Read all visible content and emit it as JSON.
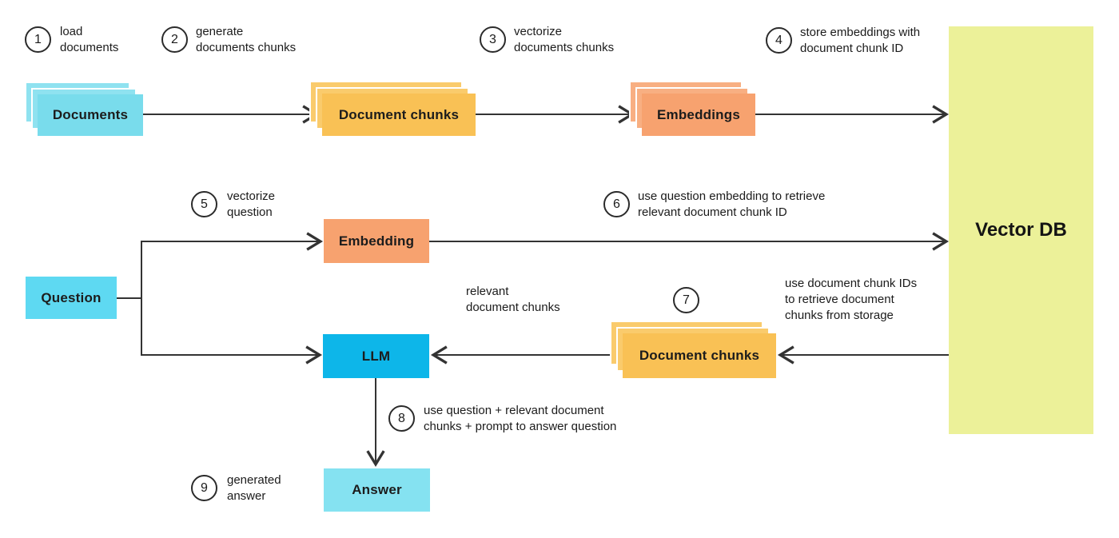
{
  "colors": {
    "background": "#ffffff",
    "line": "#333333",
    "text": "#1b1b1b",
    "documents": "#79DCEC",
    "documents_back": "#8FE2F0",
    "question": "#5ED9F2",
    "answer": "#85E2F1",
    "chunks": "#F9C155",
    "chunks_back": "#FACB6C",
    "embedding": "#F7A26F",
    "embedding_back": "#F8AF82",
    "llm": "#0DB6E9",
    "vector_db": "#ECF199"
  },
  "steps": [
    {
      "num": "1",
      "lines": [
        "load",
        "documents"
      ]
    },
    {
      "num": "2",
      "lines": [
        "generate",
        "documents chunks"
      ]
    },
    {
      "num": "3",
      "lines": [
        "vectorize",
        "documents chunks"
      ]
    },
    {
      "num": "4",
      "lines": [
        "store embeddings with",
        "document chunk ID"
      ]
    },
    {
      "num": "5",
      "lines": [
        "vectorize",
        "question"
      ]
    },
    {
      "num": "6",
      "lines": [
        "use question embedding to retrieve",
        "relevant document chunk ID"
      ]
    },
    {
      "num": "7",
      "lines": [
        "use document chunk IDs",
        "to retrieve document",
        "chunks from storage"
      ]
    },
    {
      "num": "8",
      "lines": [
        "use question + relevant document",
        "chunks + prompt to answer question"
      ]
    },
    {
      "num": "9",
      "lines": [
        "generated",
        "answer"
      ]
    }
  ],
  "nodes": {
    "documents": {
      "label": "Documents"
    },
    "document_chunks_top": {
      "label": "Document chunks"
    },
    "embeddings": {
      "label": "Embeddings"
    },
    "vector_db": {
      "label": "Vector DB"
    },
    "embedding": {
      "label": "Embedding"
    },
    "question": {
      "label": "Question"
    },
    "llm": {
      "label": "LLM"
    },
    "document_chunks_bottom": {
      "label": "Document chunks"
    },
    "answer": {
      "label": "Answer"
    }
  },
  "edge_labels": {
    "relevant_chunks": {
      "lines": [
        "relevant",
        "document chunks"
      ]
    }
  }
}
